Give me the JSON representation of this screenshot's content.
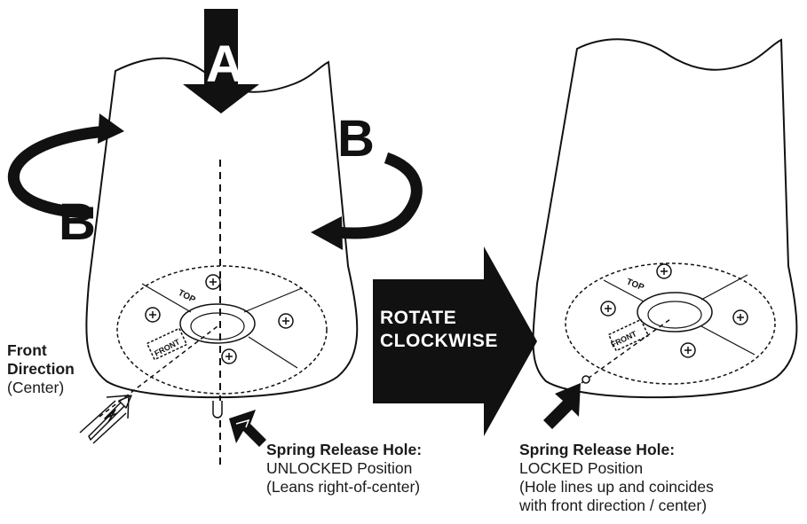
{
  "callouts": {
    "force_a": "A",
    "rotate_b_left": "B",
    "rotate_b_right": "B"
  },
  "rotate_arrow": {
    "line1": "ROTATE",
    "line2": "CLOCKWISE"
  },
  "front_direction": {
    "line1": "Front",
    "line2": "Direction",
    "line3": "(Center)"
  },
  "unlocked": {
    "title": "Spring Release Hole:",
    "line1": "UNLOCKED Position",
    "line2": "(Leans right-of-center)"
  },
  "locked": {
    "title": "Spring Release Hole:",
    "line1": "LOCKED Position",
    "line2": "(Hole lines up and coincides",
    "line3": "with front direction / center)"
  },
  "plate_markings": {
    "top": "TOP",
    "front": "FRONT"
  },
  "colors": {
    "ink": "#111111",
    "background": "#ffffff"
  }
}
